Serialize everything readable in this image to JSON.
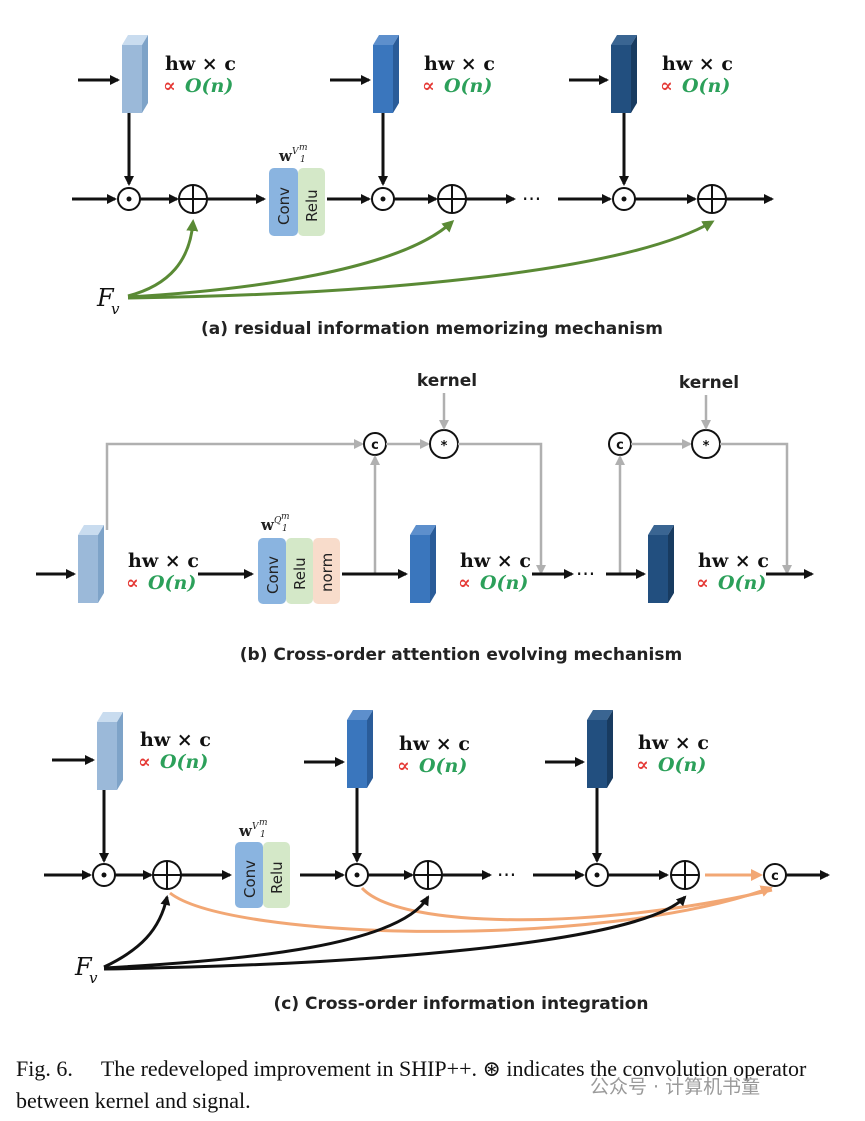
{
  "panels": {
    "a": {
      "caption": "(a) residual information memorizing mechanism",
      "block_label_hw": "hw × c",
      "block_label_prop": "∝",
      "block_label_on": "O(n)",
      "w_label": "w",
      "w_sup": "V",
      "w_sup2": "m",
      "w_sub": "1",
      "box1": "Conv",
      "box2": "Relu",
      "fv": "F",
      "fv_sub": "v",
      "dots": "···"
    },
    "b": {
      "caption": "(b) Cross-order attention evolving mechanism",
      "block_label_hw": "hw × c",
      "block_label_prop": "∝",
      "block_label_on": "O(n)",
      "w_label": "w",
      "w_sup": "Q",
      "w_sup2": "m",
      "w_sub": "1",
      "box1": "Conv",
      "box2": "Relu",
      "box3": "norm",
      "kernel": "kernel",
      "concat": "c",
      "conv_op": "*",
      "dots": "···"
    },
    "c": {
      "caption": "(c) Cross-order information integration",
      "block_label_hw": "hw × c",
      "block_label_prop": "∝",
      "block_label_on": "O(n)",
      "w_label": "w",
      "w_sup": "V",
      "w_sup2": "m",
      "w_sub": "1",
      "box1": "Conv",
      "box2": "Relu",
      "fv": "F",
      "fv_sub": "v",
      "concat": "c",
      "dots": "···"
    }
  },
  "caption": {
    "number": "Fig. 6.",
    "text": "The redeveloped improvement in SHIP++. ⊛ indicates the convolution operator between kernel and signal."
  },
  "watermark": "公众号 · 计算机书童",
  "colors": {
    "block_light": "#9bb9d9",
    "block_mid": "#2f6db5",
    "block_dark": "#1f4a7a",
    "green_arrow": "#5a8a35",
    "orange_arrow": "#f2a774",
    "gray_arrow": "#b0b0b0",
    "conv_box": "#8ab4e0",
    "relu_box": "#d4e8c8",
    "norm_box": "#f8dccb"
  }
}
